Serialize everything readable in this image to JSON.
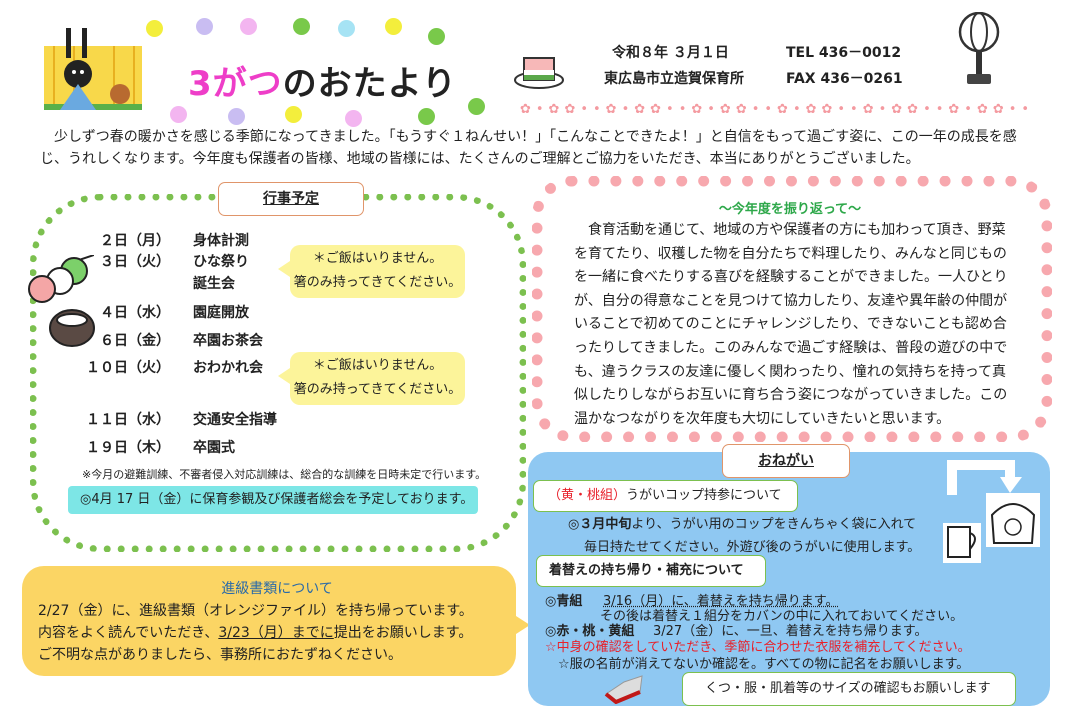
{
  "header": {
    "title_pink": "3がつ",
    "title_black": "のおたより",
    "date": "令和８年 ３月１日",
    "school": "東広島市立造賀保育所",
    "tel": "TEL 436－0012",
    "fax": "FAX 436－0261",
    "icons": [
      "hina-doll-icon",
      "hishimochi-icon",
      "lantern-icon"
    ],
    "dot_colors": [
      "#f3ee3c",
      "#79c94a",
      "#f3b5f0",
      "#c9bdf2",
      "#a6e3f4"
    ]
  },
  "intro": "少しずつ春の暖かさを感じる季節になってきました。「もうすぐ１ねんせい！」「こんなことできたよ！」と自信をもって過ごす姿に、この一年の成長を感じ、うれしくなります。今年度も保護者の皆様、地域の皆様には、たくさんのご理解とご協力をいただき、本当にありがとうございました。",
  "events": {
    "title": "行事予定",
    "items": [
      {
        "date": "２日（月）",
        "name": "身体計測"
      },
      {
        "date": "３日（火）",
        "name": "ひな祭り"
      },
      {
        "date": "",
        "name": "誕生会"
      },
      {
        "date": "４日（水）",
        "name": "園庭開放"
      },
      {
        "date": "６日（金）",
        "name": "卒園お茶会"
      },
      {
        "date": "１０日（火）",
        "name": "おわかれ会"
      },
      {
        "date": "１１日（水）",
        "name": "交通安全指導"
      },
      {
        "date": "１９日（木）",
        "name": "卒園式"
      }
    ],
    "bubble_line1": "＊ご飯はいりません。",
    "bubble_line2": "箸のみ持ってきてください。",
    "note": "※今月の避難訓練、不審者侵入対応訓練は、総合的な訓練を日時未定で行います。",
    "highlight": "◎4月 17 日（金）に保育参観及び保護者総会を予定しております。"
  },
  "promotion": {
    "title": "進級書類について",
    "line1": "2/27（金）に、進級書類（オレンジファイル）を持ち帰っています。",
    "line2_pre": "内容をよく読んでいただき、",
    "line2_underline": "3/23（月）までに",
    "line2_post": "提出をお願いします。",
    "line3": "ご不明な点がありましたら、事務所におたずねください。"
  },
  "review": {
    "title": "～今年度を振り返って～",
    "text": "食育活動を通じて、地域の方や保護者の方にも加わって頂き、野菜を育てたり、収穫した物を自分たちで料理したり、みんなと同じものを一緒に食べたりする喜びを経験することができました。一人ひとりが、自分の得意なことを見つけて協力したり、友達や異年齢の仲間がいることで初めてのことにチャレンジしたり、できないことも認め合ったりしてきました。このみんなで過ごす経験は、普段の遊びの中でも、違うクラスの友達に優しく関わったり、憧れの気持ちを持って真似したりしながらお互いに育ち合う姿につながっていきました。この温かなつながりを次年度も大切にしていきたいと思います。"
  },
  "requests": {
    "title": "おねがい",
    "cup_label_red": "（黄・桃組）",
    "cup_label": "うがいコップ持参について",
    "cup_line1_bold": "◎３月中旬",
    "cup_line1": "より、うがい用のコップをきんちゃく袋に入れて",
    "cup_line2": "毎日持たせてください。外遊び後のうがいに使用します。",
    "clothes_label": "着替えの持ち帰り・補充について",
    "blue_group": "◎青組",
    "blue_line": "3/16（月）に、着替えを持ち帰ります。",
    "blue_line2": "その後は着替え１組分をカバンの中に入れておいてください。",
    "other_groups": "◎赤・桃・黄組",
    "other_line": "3/27（金）に、一旦、着替えを持ち帰ります。",
    "red_note": "☆中身の確認をしていただき、季節に合わせた衣服を補充してください。",
    "name_note": "☆服の名前が消えてないか確認を。すべての物に記名をお願いします。",
    "size_bubble": "くつ・服・肌着等のサイズの確認もお願いします",
    "colors": {
      "panel": "#8fc8f2",
      "red": "#e8202a"
    }
  }
}
